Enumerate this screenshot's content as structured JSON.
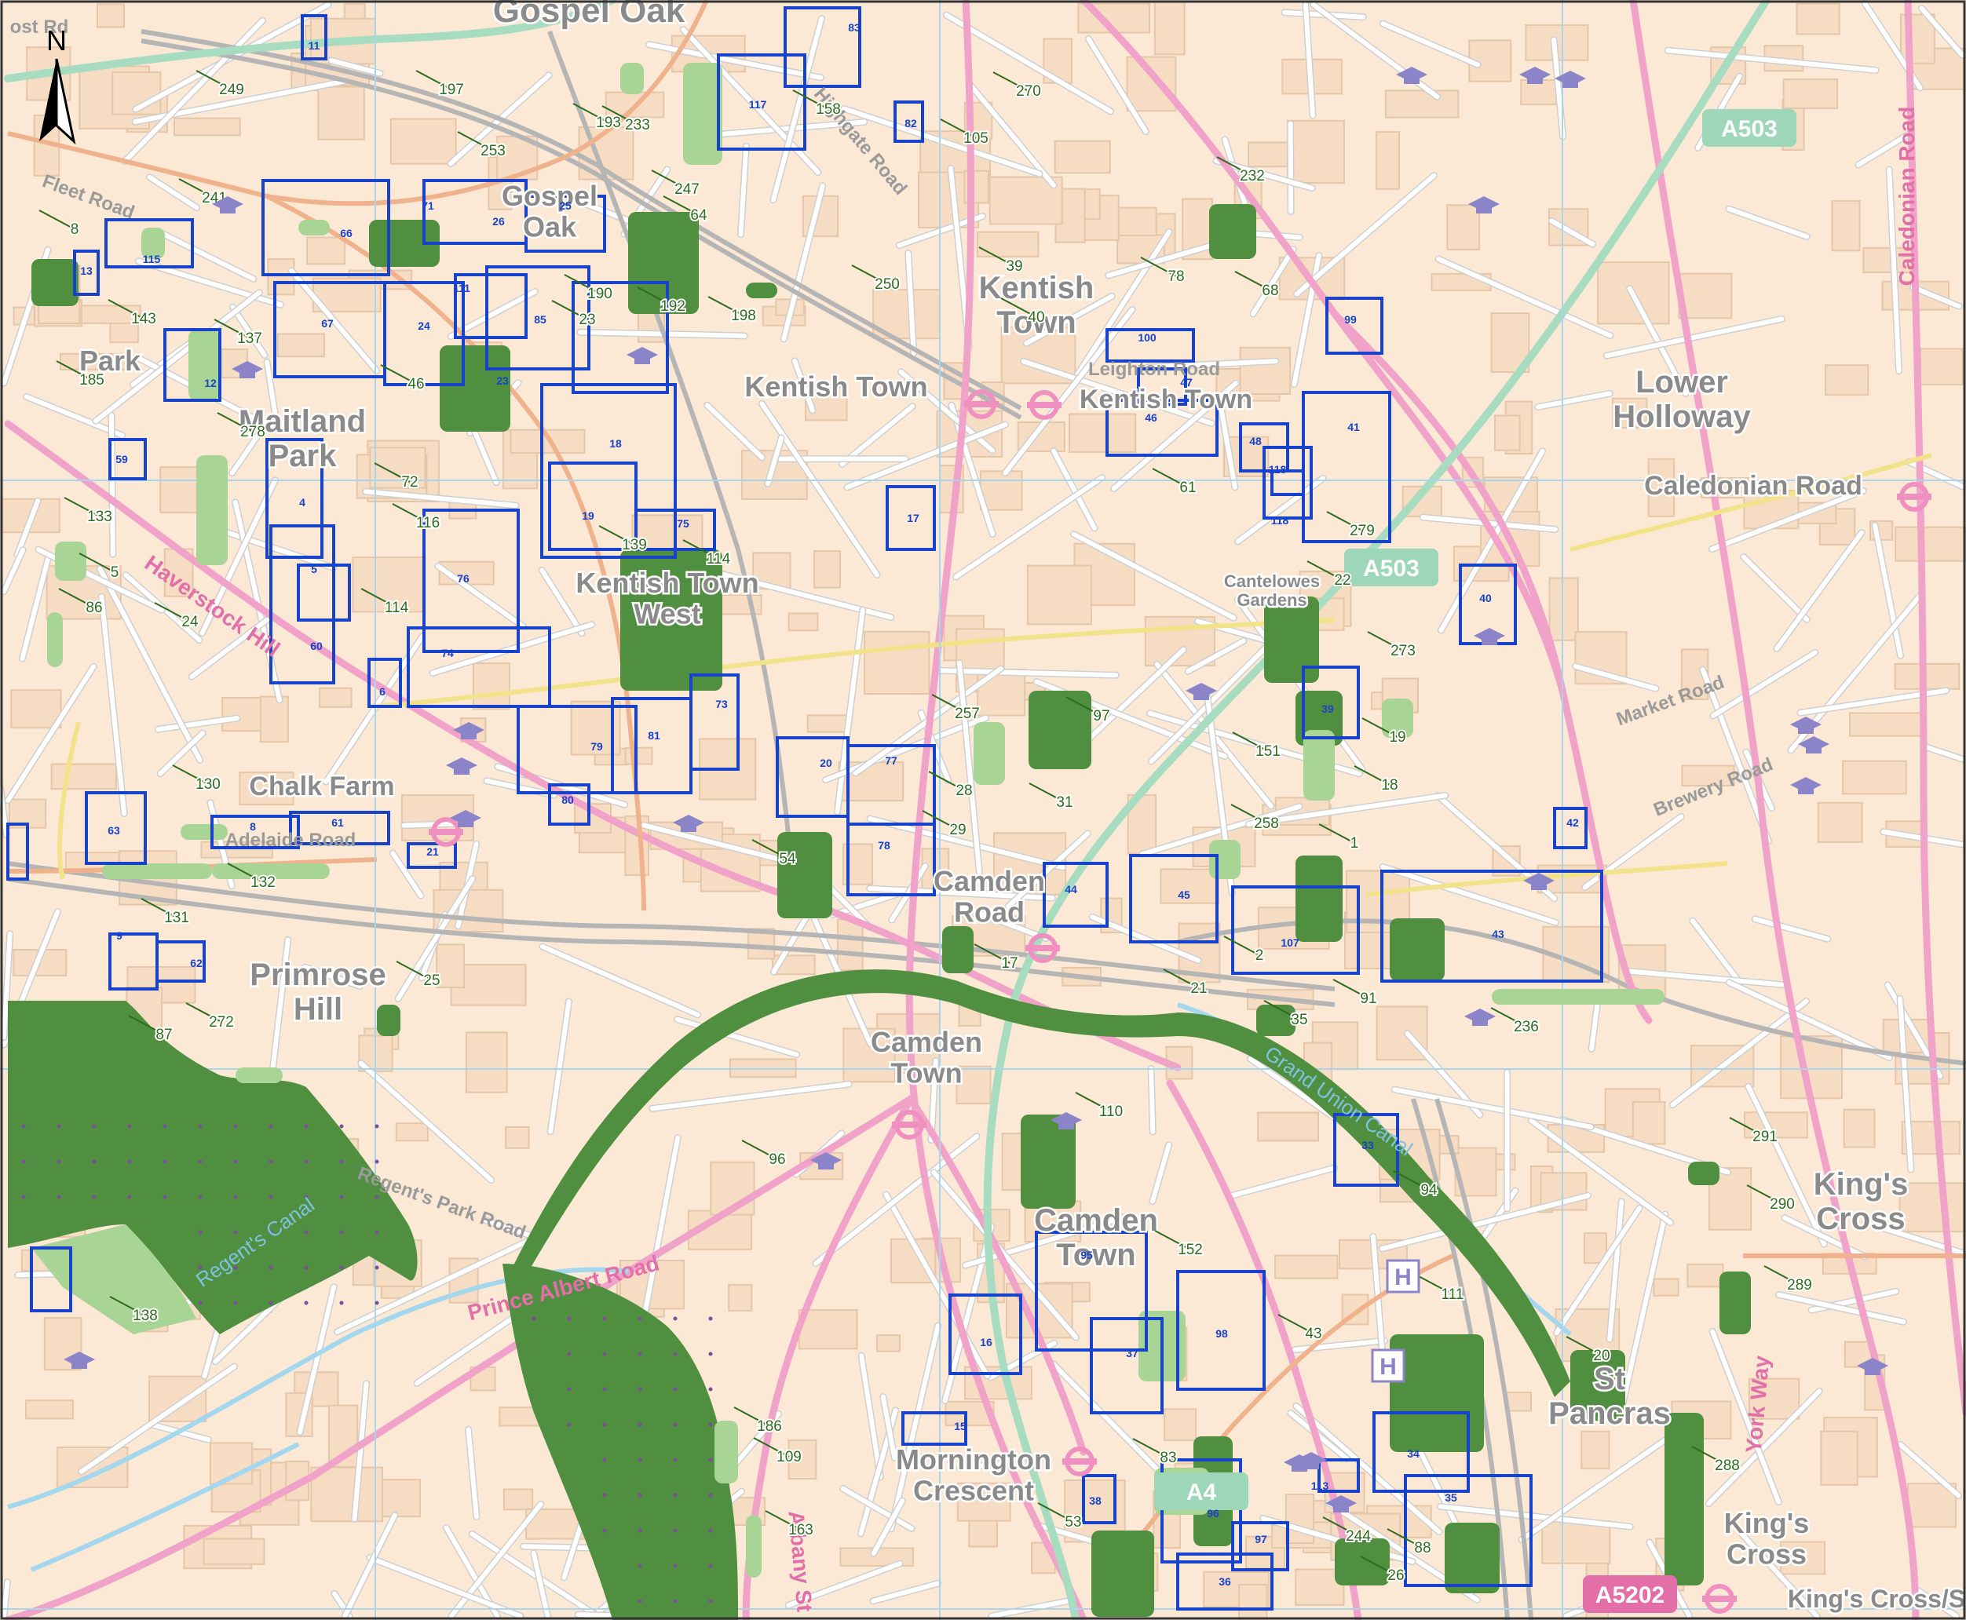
{
  "colors": {
    "background": "#fbe9d6",
    "building": "#f5d8bc",
    "street": "#ffffff",
    "street_edge": "#c9c9c9",
    "main_road": "#f4a7cc",
    "a_road": "#a8dcc0",
    "railway": "#b7b7b7",
    "dark_green": "#4f8f3f",
    "light_green": "#a8d596",
    "blue_outline": "#1643c9",
    "green_label": "#2f6b1c",
    "grid": "#9fd2ea",
    "canal": "#9fd3ea"
  },
  "north_arrow": {
    "label": "N",
    "icon": "north-arrow-icon"
  },
  "places": [
    {
      "id": "gospel-oak-top",
      "text": "Gospel Oak"
    },
    {
      "id": "gospel-oak",
      "text": "Gospel Oak"
    },
    {
      "id": "kentish-town-w",
      "text": "Kentish Town"
    },
    {
      "id": "kentish-town-c",
      "text": "Kentish Town"
    },
    {
      "id": "kentish-town-station",
      "text": "Kentish Town"
    },
    {
      "id": "lower-holloway",
      "text": "Lower Holloway"
    },
    {
      "id": "caledonian-road",
      "text": "Caledonian Road"
    },
    {
      "id": "maitland-park",
      "text": "Maitland Park"
    },
    {
      "id": "kentish-town-west",
      "text": "Kentish Town West"
    },
    {
      "id": "chalk-farm",
      "text": "Chalk Farm"
    },
    {
      "id": "camden-road",
      "text": "Camden Road"
    },
    {
      "id": "primrose-hill",
      "text": "Primrose Hill"
    },
    {
      "id": "camden-town-n",
      "text": "Camden Town"
    },
    {
      "id": "camden-town-s",
      "text": "Camden Town"
    },
    {
      "id": "kings-cross",
      "text": "King's Cross"
    },
    {
      "id": "st-pancras",
      "text": "St Pancras"
    },
    {
      "id": "mornington-crescent",
      "text": "Mornington Crescent"
    },
    {
      "id": "kings-cross-2",
      "text": "King's Cross"
    },
    {
      "id": "kings-cross-st",
      "text": "King's Cross/S"
    },
    {
      "id": "park",
      "text": "Park"
    },
    {
      "id": "cantelowes",
      "text": "Cantelowes Gardens"
    }
  ],
  "road_labels": [
    {
      "id": "caledonian-rd",
      "text": "Caledonian Road"
    },
    {
      "id": "highgate-rd",
      "text": "Highgate Road"
    },
    {
      "id": "leighton-rd",
      "text": "Leighton Road"
    },
    {
      "id": "market-rd",
      "text": "Market Road"
    },
    {
      "id": "brewery-rd",
      "text": "Brewery Road"
    },
    {
      "id": "haverstock-hill",
      "text": "Haverstock Hill"
    },
    {
      "id": "adelaide-rd",
      "text": "Adelaide Road"
    },
    {
      "id": "regents-park-rd",
      "text": "Regent's Park Road"
    },
    {
      "id": "prince-albert-rd",
      "text": "Prince Albert Road"
    },
    {
      "id": "albany-st",
      "text": "Albany St"
    },
    {
      "id": "york-way",
      "text": "York Way"
    },
    {
      "id": "fleet-rd",
      "text": "Fleet Road"
    },
    {
      "id": "west-rd",
      "text": "ost Rd"
    }
  ],
  "a_roads": [
    {
      "id": "a503-n",
      "text": "A503"
    },
    {
      "id": "a503-s",
      "text": "A503"
    },
    {
      "id": "a5202",
      "text": "A5202"
    },
    {
      "id": "a400",
      "text": "A4"
    }
  ],
  "canals": [
    {
      "id": "regents-canal",
      "text": "Regent's Canal"
    },
    {
      "id": "grand-union",
      "text": "Grand Union Canal"
    }
  ],
  "green_labels": [
    "249",
    "197",
    "193",
    "233",
    "253",
    "158",
    "270",
    "105",
    "232",
    "78",
    "68",
    "39",
    "40",
    "250",
    "198",
    "190",
    "192",
    "23",
    "247",
    "64",
    "46",
    "241",
    "8",
    "143",
    "137",
    "185",
    "278",
    "72",
    "116",
    "114",
    "133",
    "5",
    "86",
    "24",
    "139",
    "114",
    "257",
    "97",
    "273",
    "19",
    "18",
    "151",
    "22",
    "279",
    "61",
    "130",
    "131",
    "132",
    "54",
    "28",
    "29",
    "31",
    "258",
    "1",
    "25",
    "87",
    "272",
    "17",
    "21",
    "35",
    "2",
    "91",
    "236",
    "96",
    "110",
    "94",
    "291",
    "290",
    "289",
    "20",
    "138",
    "152",
    "43",
    "111",
    "186",
    "109",
    "163",
    "83",
    "53",
    "244",
    "26",
    "88",
    "288"
  ],
  "blue_labels": [
    "11",
    "83",
    "117",
    "82",
    "115",
    "13",
    "66",
    "71",
    "26",
    "25",
    "111",
    "67",
    "24",
    "85",
    "23",
    "12",
    "59",
    "18",
    "4",
    "19",
    "75",
    "5",
    "76",
    "60",
    "74",
    "6",
    "17",
    "100",
    "47",
    "46",
    "48",
    "118",
    "41",
    "118",
    "99",
    "40",
    "39",
    "81",
    "73",
    "79",
    "80",
    "20",
    "77",
    "78",
    "63",
    "8",
    "61",
    "21",
    "9",
    "62",
    "44",
    "45",
    "107",
    "43",
    "42",
    "33",
    "95",
    "16",
    "37",
    "98",
    "15",
    "38",
    "96",
    "97",
    "36",
    "113",
    "34",
    "35"
  ]
}
